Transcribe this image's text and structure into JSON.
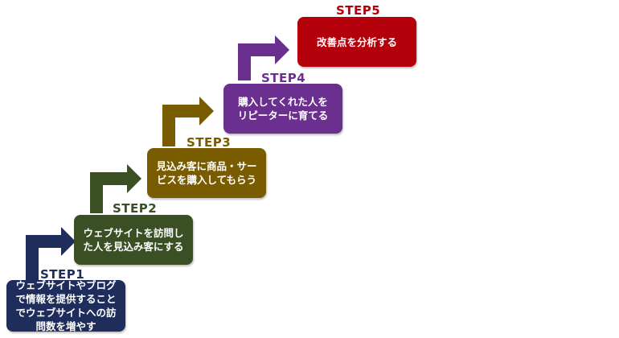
{
  "steps": [
    {
      "label": "STEP1",
      "text_lines": [
        "ウェブサイトやブログ",
        "で情報を提供すること",
        "でウェブサイトへの訪",
        "問数を増やす"
      ],
      "color": "#1f2d5c"
    },
    {
      "label": "STEP2",
      "text_lines": [
        "ウェブサイトを訪問し",
        "た人を見込み客にする"
      ],
      "color": "#3b4f24"
    },
    {
      "label": "STEP3",
      "text_lines": [
        "見込み客に商品・サー",
        "ビスを購入してもらう"
      ],
      "color": "#7a5c00"
    },
    {
      "label": "STEP4",
      "text_lines": [
        "購入してくれた人を",
        "リピーターに育てる"
      ],
      "color": "#6a2f8f"
    },
    {
      "label": "STEP5",
      "text_lines": [
        "改善点を分析する"
      ],
      "color": "#b3000b"
    }
  ]
}
